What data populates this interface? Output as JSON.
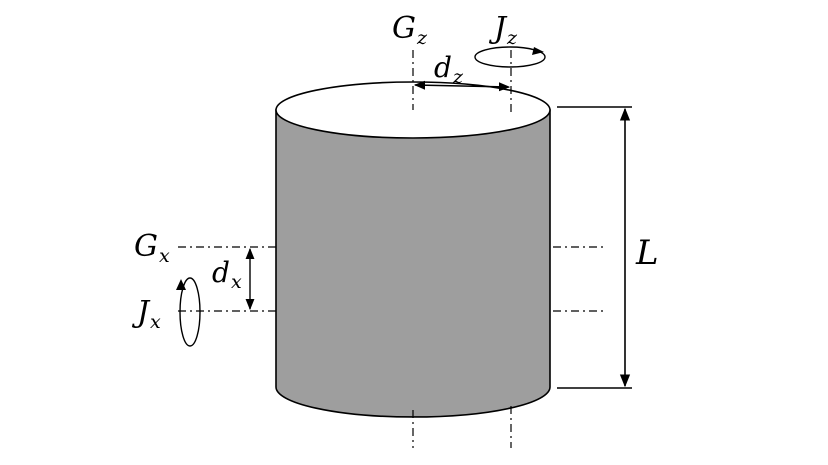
{
  "colors": {
    "cylinder_body": "#9e9e9e",
    "top_face": "#ffffff",
    "stroke": "#000000"
  },
  "labels": {
    "gz": {
      "main": "G",
      "sub": "z"
    },
    "jz": {
      "main": "J",
      "sub": "z"
    },
    "dz": {
      "main": "d",
      "sub": "z"
    },
    "gx": {
      "main": "G",
      "sub": "x"
    },
    "dx": {
      "main": "d",
      "sub": "x"
    },
    "jx": {
      "main": "J",
      "sub": "x"
    },
    "length": "L"
  }
}
